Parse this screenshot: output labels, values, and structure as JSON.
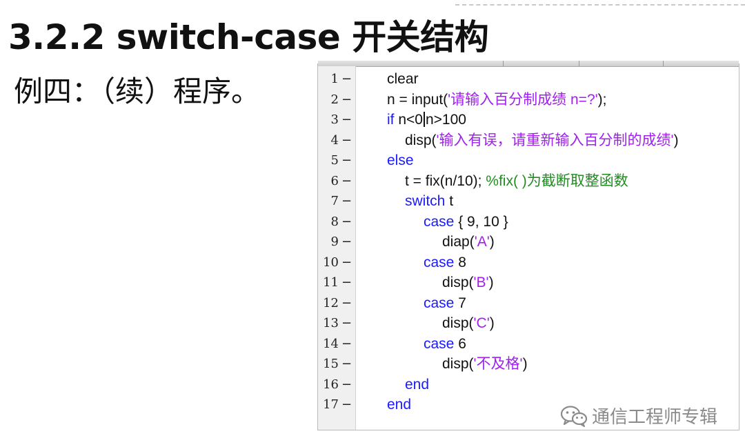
{
  "slide": {
    "title": "3.2.2  switch-case 开关结构",
    "subtitle": "例四：（续）程序。"
  },
  "editor": {
    "lines": [
      {
        "num": "1",
        "parts": [
          {
            "t": "clear",
            "c": "plain"
          }
        ]
      },
      {
        "num": "2",
        "parts": [
          {
            "t": "n = input(",
            "c": "plain"
          },
          {
            "t": "'请输入百分制成绩 n=?'",
            "c": "str"
          },
          {
            "t": ");",
            "c": "plain"
          }
        ]
      },
      {
        "num": "3",
        "parts": [
          {
            "t": "if",
            "c": "kw"
          },
          {
            "t": " n<0",
            "c": "plain"
          },
          {
            "t": "|",
            "c": "caret"
          },
          {
            "t": "n>100",
            "c": "plain"
          }
        ]
      },
      {
        "num": "4",
        "parts": [
          {
            "t": "disp(",
            "c": "plain"
          },
          {
            "t": "'输入有误，请重新输入百分制的成绩'",
            "c": "str"
          },
          {
            "t": ")",
            "c": "plain"
          }
        ]
      },
      {
        "num": "5",
        "parts": [
          {
            "t": "else",
            "c": "kw"
          }
        ]
      },
      {
        "num": "6",
        "parts": [
          {
            "t": "t = fix(n/10);      ",
            "c": "plain"
          },
          {
            "t": "%fix( )为截断取整函数",
            "c": "cmt"
          }
        ]
      },
      {
        "num": "7",
        "parts": [
          {
            "t": "switch",
            "c": "kw"
          },
          {
            "t": " t",
            "c": "plain"
          }
        ]
      },
      {
        "num": "8",
        "parts": [
          {
            "t": "case",
            "c": "kw"
          },
          {
            "t": " { 9, 10 }",
            "c": "plain"
          }
        ]
      },
      {
        "num": "9",
        "parts": [
          {
            "t": "diap(",
            "c": "plain"
          },
          {
            "t": "'A'",
            "c": "str"
          },
          {
            "t": ")",
            "c": "plain"
          }
        ]
      },
      {
        "num": "10",
        "parts": [
          {
            "t": "case",
            "c": "kw"
          },
          {
            "t": " 8",
            "c": "plain"
          }
        ]
      },
      {
        "num": "11",
        "parts": [
          {
            "t": "disp(",
            "c": "plain"
          },
          {
            "t": "'B'",
            "c": "str"
          },
          {
            "t": ")",
            "c": "plain"
          }
        ]
      },
      {
        "num": "12",
        "parts": [
          {
            "t": "case",
            "c": "kw"
          },
          {
            "t": " 7",
            "c": "plain"
          }
        ]
      },
      {
        "num": "13",
        "parts": [
          {
            "t": "disp(",
            "c": "plain"
          },
          {
            "t": "'C'",
            "c": "str"
          },
          {
            "t": ")",
            "c": "plain"
          }
        ]
      },
      {
        "num": "14",
        "parts": [
          {
            "t": "case",
            "c": "kw"
          },
          {
            "t": " 6",
            "c": "plain"
          }
        ]
      },
      {
        "num": "15",
        "parts": [
          {
            "t": "disp(",
            "c": "plain"
          },
          {
            "t": "'不及格'",
            "c": "str"
          },
          {
            "t": ")",
            "c": "plain"
          }
        ]
      },
      {
        "num": "16",
        "parts": [
          {
            "t": "end",
            "c": "kw"
          }
        ]
      },
      {
        "num": "17",
        "parts": [
          {
            "t": "end",
            "c": "kw"
          }
        ]
      }
    ],
    "dash_glyph": "−",
    "colors": {
      "keyword": "#1a1aff",
      "string": "#a020f0",
      "comment": "#228b22"
    }
  },
  "watermark": {
    "text": "通信工程师专辑",
    "icon": "wechat-icon"
  }
}
